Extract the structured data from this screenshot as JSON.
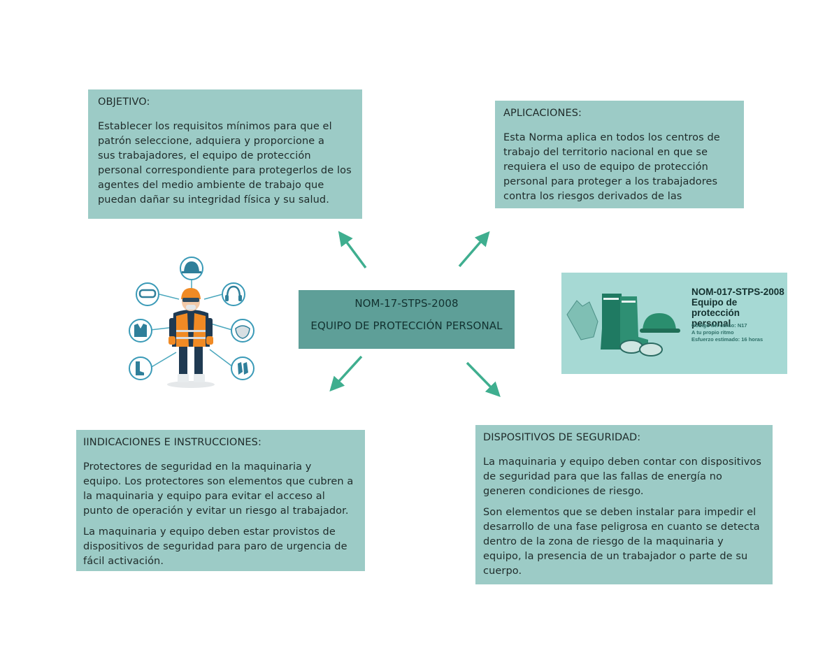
{
  "colors": {
    "box": "#9ccbc6",
    "central": "#5e9f98",
    "arrow": "#3fae8f",
    "card": "#a6d9d4"
  },
  "central": {
    "line1": "NOM-17-STPS-2008",
    "line2": "EQUIPO DE PROTECCIÓN PERSONAL"
  },
  "objetivo": {
    "title": "OBJETIVO:",
    "lines": [
      " Establecer los requisitos mínimos para que el",
      "patrón seleccione, adquiera y proporcione a",
      "sus trabajadores, el equipo de protección",
      "personal correspondiente para protegerlos de los",
      "agentes del medio ambiente de trabajo que",
      "puedan dañar su integridad física y su salud."
    ]
  },
  "aplicaciones": {
    "title": "APLICACIONES:",
    "lines": [
      " Esta Norma aplica en todos los centros de",
      "trabajo del territorio nacional en que se",
      "requiera el uso de equipo de protección",
      "personal para proteger a los trabajadores",
      "contra los riesgos derivados de las"
    ]
  },
  "indicaciones": {
    "title": "IINDICACIONES E INSTRUCCIONES:",
    "para1": [
      " Protectores de seguridad en la maquinaria y",
      "equipo. Los protectores son elementos que cubren a",
      "la maquinaria y equipo para evitar el acceso al",
      "punto de operación y evitar un riesgo al trabajador."
    ],
    "para2": [
      "La maquinaria y equipo deben estar provistos de",
      "dispositivos de seguridad para paro de urgencia de",
      "fácil activación."
    ]
  },
  "dispositivos": {
    "title": "DISPOSITIVOS DE SEGURIDAD:",
    "para1": [
      "La maquinaria y equipo deben contar con dispositivos",
      "de seguridad para que las fallas de energía no",
      "generen condiciones de riesgo."
    ],
    "para2": [
      "Son elementos que se deben instalar para impedir el",
      "desarrollo de una fase peligrosa en cuanto se detecta",
      "dentro de la zona de riesgo de la maquinaria y",
      "equipo, la presencia de un trabajador o parte de su",
      "cuerpo."
    ]
  },
  "course_card": {
    "title_lines": [
      "NOM-017-STPS-2008",
      "Equipo de protección",
      "personal"
    ],
    "details": [
      "Código del curso: N17",
      "A tu propio ritmo",
      "Esfuerzo estimado: 16 horas"
    ]
  },
  "icons": {
    "worker": "worker-ppe-icon",
    "ppe": [
      "helmet-icon",
      "goggles-icon",
      "earmuffs-icon",
      "vest-icon",
      "respirator-icon",
      "boots-icon",
      "gloves-icon"
    ],
    "card": [
      "gloves-icon",
      "boots-icon",
      "helmet-icon",
      "goggles-icon"
    ]
  }
}
